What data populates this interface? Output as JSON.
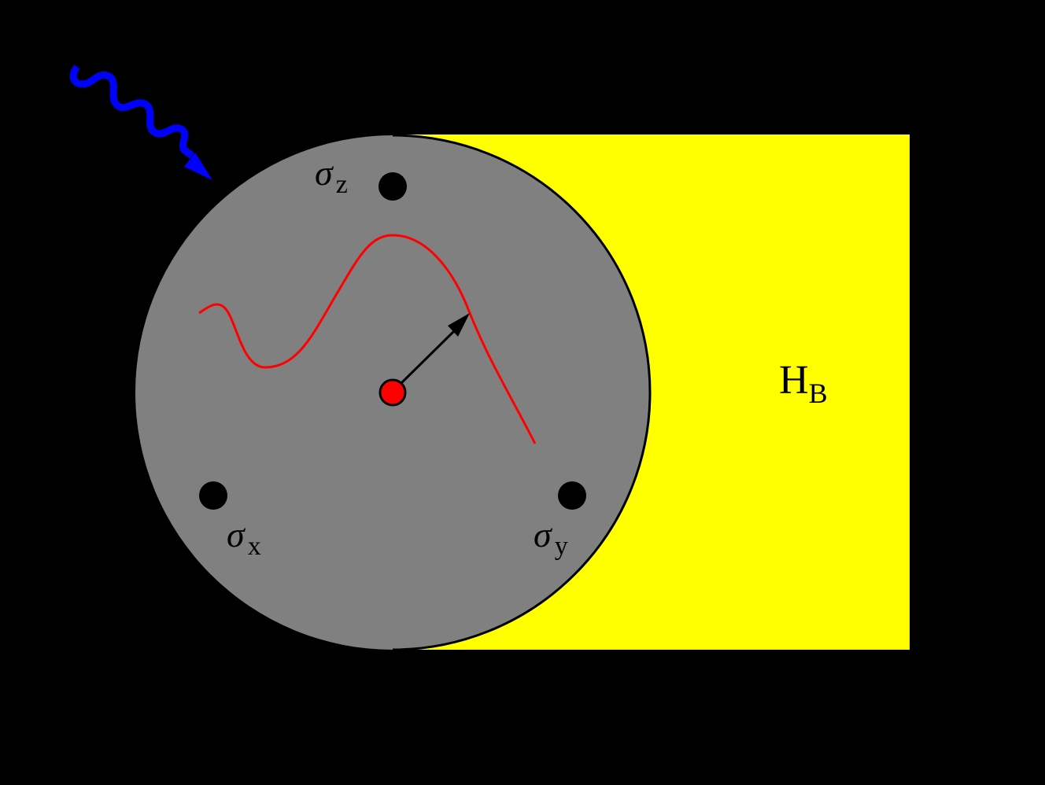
{
  "diagram": {
    "background_color": "#000000",
    "bath": {
      "label": "H",
      "label_subscript": "B",
      "color": "#FFFF00"
    },
    "system": {
      "color": "#808080",
      "outline_color": "#000000"
    },
    "spin_operators": [
      {
        "symbol": "σ",
        "subscript": "z"
      },
      {
        "symbol": "σ",
        "subscript": "x"
      },
      {
        "symbol": "σ",
        "subscript": "y"
      }
    ],
    "trajectory": {
      "color": "#FF0000"
    },
    "center_particle": {
      "color": "#FF0000"
    },
    "incoming_field": {
      "color": "#0000FF"
    }
  }
}
